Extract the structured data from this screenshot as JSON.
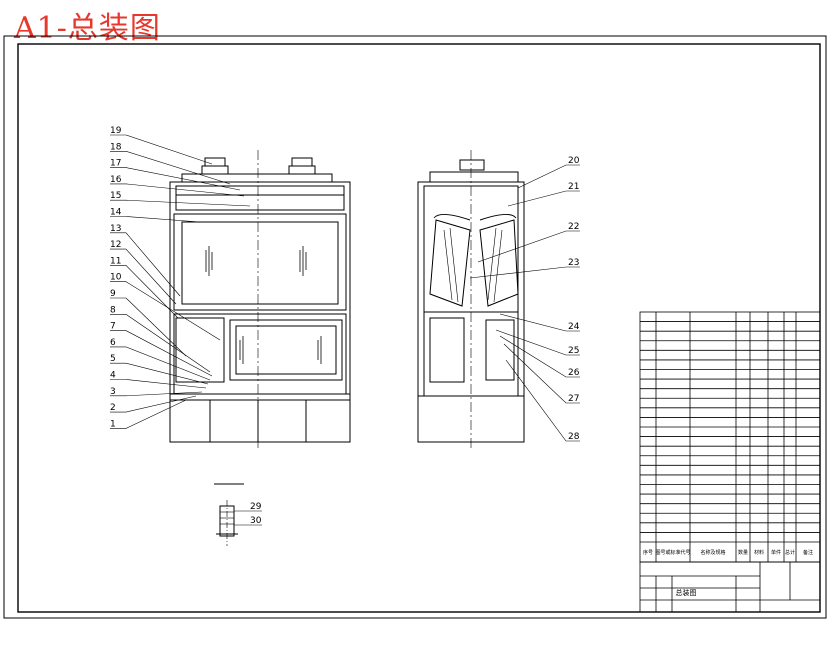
{
  "title": "A1-总装图",
  "front_callouts": [
    "19",
    "18",
    "17",
    "16",
    "15",
    "14",
    "13",
    "12",
    "11",
    "10",
    "9",
    "8",
    "7",
    "6",
    "5",
    "4",
    "3",
    "2",
    "1"
  ],
  "side_callouts": [
    "20",
    "21",
    "22",
    "23",
    "24",
    "25",
    "26",
    "27",
    "28"
  ],
  "section_callouts": [
    "29",
    "30"
  ],
  "bom": {
    "header": [
      "序号",
      "图号或标准代号",
      "名称及规格",
      "数量",
      "材料",
      "单件",
      "总计",
      "备注"
    ],
    "rows": 24
  },
  "title_block": {
    "drawing_name": "总装图"
  }
}
